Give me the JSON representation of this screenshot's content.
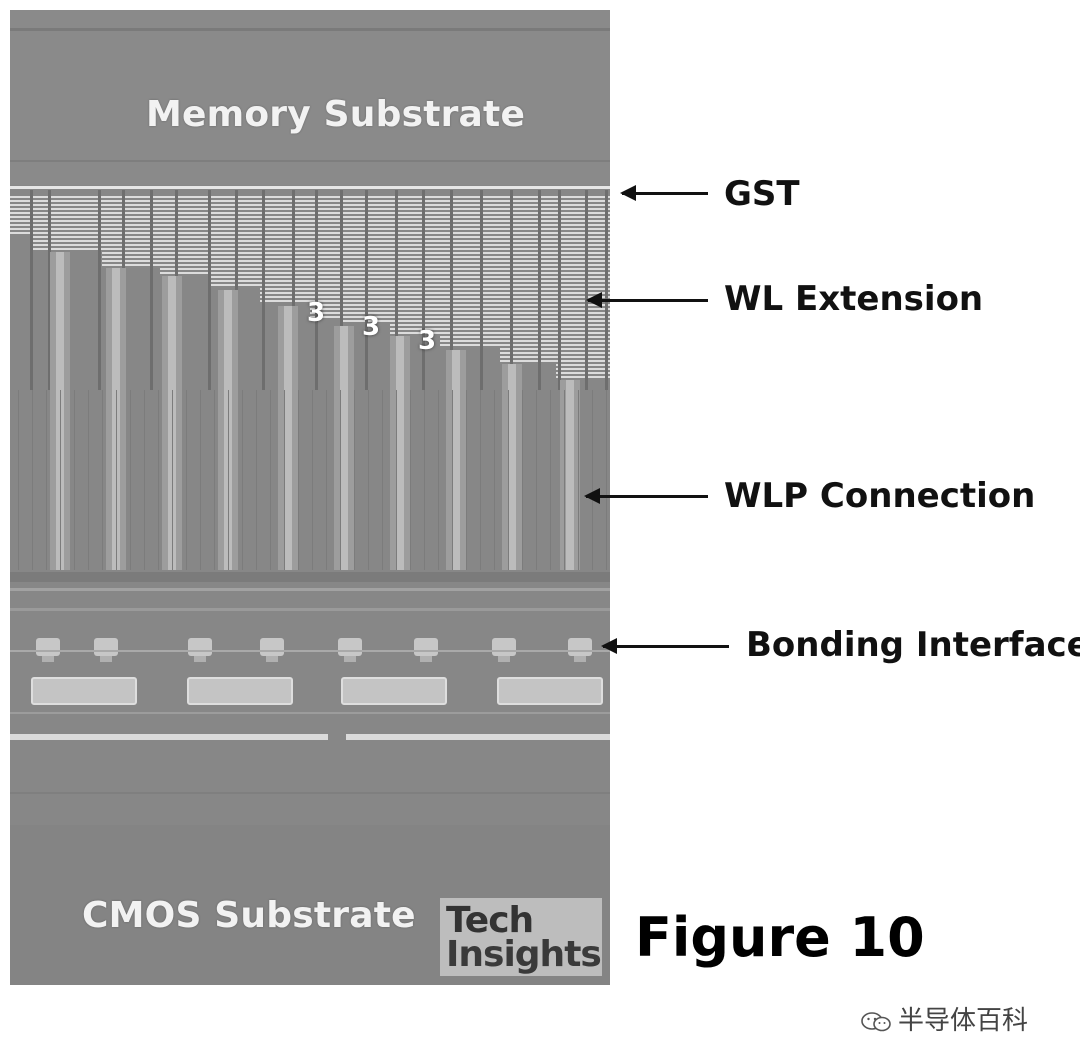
{
  "figure": {
    "title": "Figure 10",
    "regions": {
      "memory_substrate": "Memory Substrate",
      "cmos_substrate": "CMOS Substrate"
    },
    "step_labels": [
      "3",
      "3",
      "3"
    ],
    "annotations": {
      "gst": "GST",
      "wl_extension": "WL Extension",
      "wlp_connection": "WLP Connection",
      "bonding_interface": "Bonding Interface"
    },
    "logo": {
      "line1": "Tech",
      "line2": "Insights"
    },
    "watermark": "半导体百科",
    "colors": {
      "sem_background": "#878787",
      "annotation_text": "#111111",
      "region_label": "#f2f2f2"
    }
  }
}
